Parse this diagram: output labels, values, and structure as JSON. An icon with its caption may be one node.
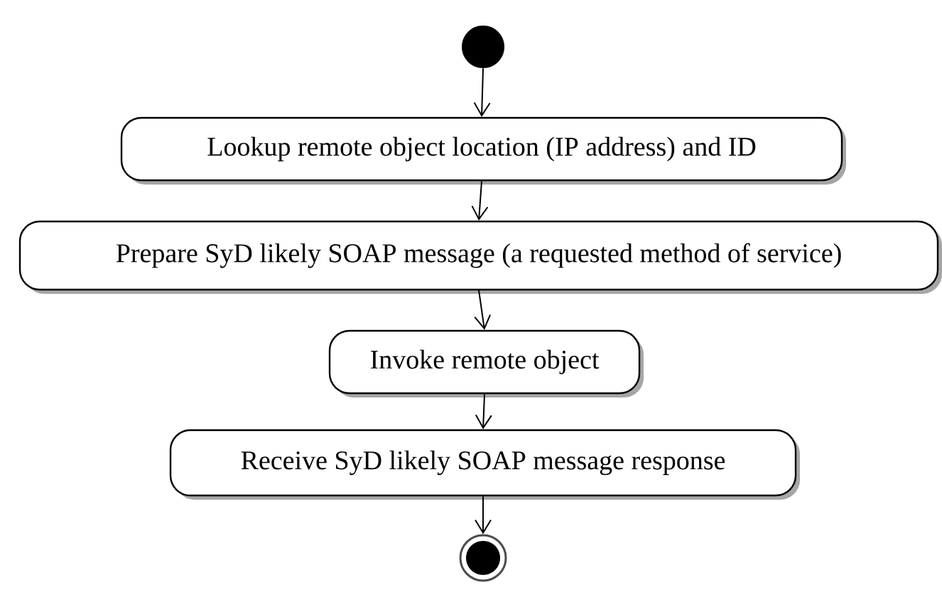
{
  "diagram": {
    "nodes": [
      {
        "text": [],
        "shape": "circle"
      },
      {
        "text": [
          "Lookup remote object location (IP address) and ID"
        ]
      },
      {
        "text": [
          "Prepare SyD likely SOAP message (a requested method of service)"
        ]
      },
      {
        "text": [
          "Invoke remote object"
        ]
      },
      {
        "text": [
          "Receive SyD likely SOAP message response"
        ]
      },
      {
        "text": [],
        "shape": "bullseye"
      }
    ],
    "edges": [
      {
        "from": 0,
        "to": 1,
        "arrow": "to"
      },
      {
        "from": 1,
        "to": 2,
        "arrow": "to"
      },
      {
        "from": 2,
        "to": 3,
        "arrow": "to"
      },
      {
        "from": 3,
        "to": 4,
        "arrow": "to"
      },
      {
        "from": 4,
        "to": 5,
        "arrow": "to"
      }
    ]
  }
}
